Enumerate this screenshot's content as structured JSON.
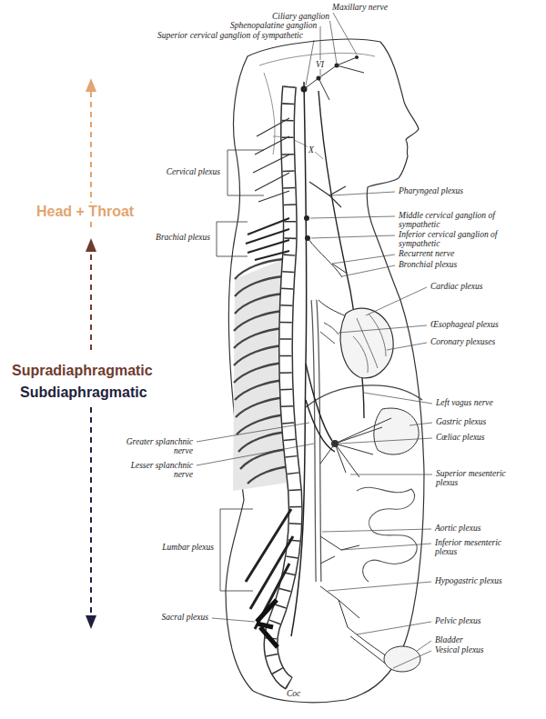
{
  "diagram": {
    "labels": [
      "Maxillary nerve",
      "Ciliary ganglion",
      "Sphenopalatine ganglion",
      "Superior cervical ganglion of sympathetic",
      "VI",
      "X",
      "Cervical plexus",
      "Pharyngeal plexus",
      "Middle cervical ganglion of sympathetic",
      "Inferior cervical ganglion of sympathetic",
      "Recurrent nerve",
      "Brachial plexus",
      "Bronchial plexus",
      "Cardiac plexus",
      "Œsophageal plexus",
      "Coronary plexuses",
      "Left vagus nerve",
      "Gastric plexus",
      "Cœliac plexus",
      "Greater splanchnic nerve",
      "Lesser splanchnic nerve",
      "Superior mesenteric plexus",
      "Aortic plexus",
      "Inferior mesenteric plexus",
      "Lumbar plexus",
      "Hypogastric plexus",
      "Sacral plexus",
      "Pelvic plexus",
      "Bladder",
      "Vesical plexus",
      "Coc",
      "Head + Throat",
      "Supradiaphragmatic",
      "Subdiaphragmatic"
    ]
  }
}
